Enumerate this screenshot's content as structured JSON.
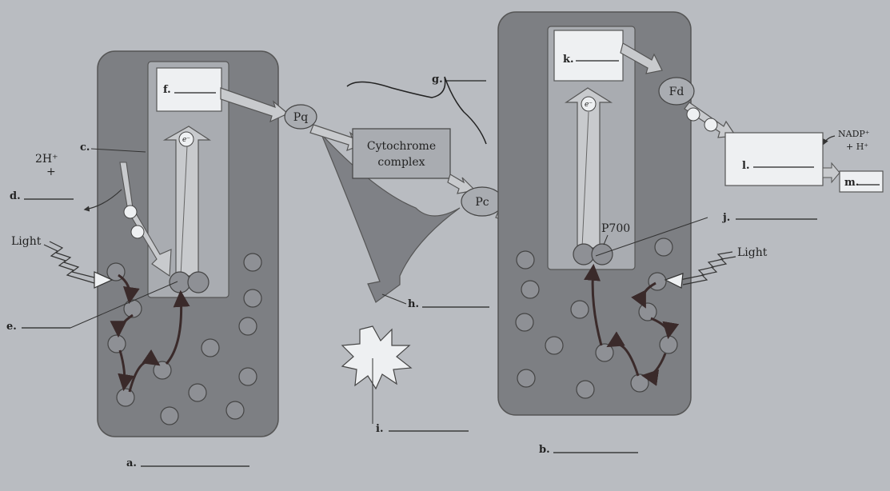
{
  "labels": {
    "a": "a.",
    "b": "b.",
    "c": "c.",
    "d": "d.",
    "e": "e.",
    "f": "f.",
    "g": "g.",
    "h": "h.",
    "i": "i.",
    "j": "j.",
    "k": "k.",
    "l": "l.",
    "m": "m."
  },
  "text": {
    "two_h": "2H⁺",
    "plus": "+",
    "light_left": "Light",
    "light_right": "Light",
    "pq": "Pq",
    "pc": "Pc",
    "fd": "Fd",
    "cyto_line1": "Cytochrome",
    "cyto_line2": "complex",
    "p700": "P700",
    "nadp": "NADP⁺",
    "h_plus": "+ H⁺",
    "electron": "e⁻"
  },
  "colors": {
    "background": "#b9bcc1",
    "photosystem": "#7d7f83",
    "inner_box": "#a9acb1",
    "white_box": "#eef0f2",
    "pigment": "#8e9095",
    "arrow_fill": "#c8cacd",
    "dark_arrow": "#3a2a2a",
    "cyto_shape": "#7f8186"
  }
}
